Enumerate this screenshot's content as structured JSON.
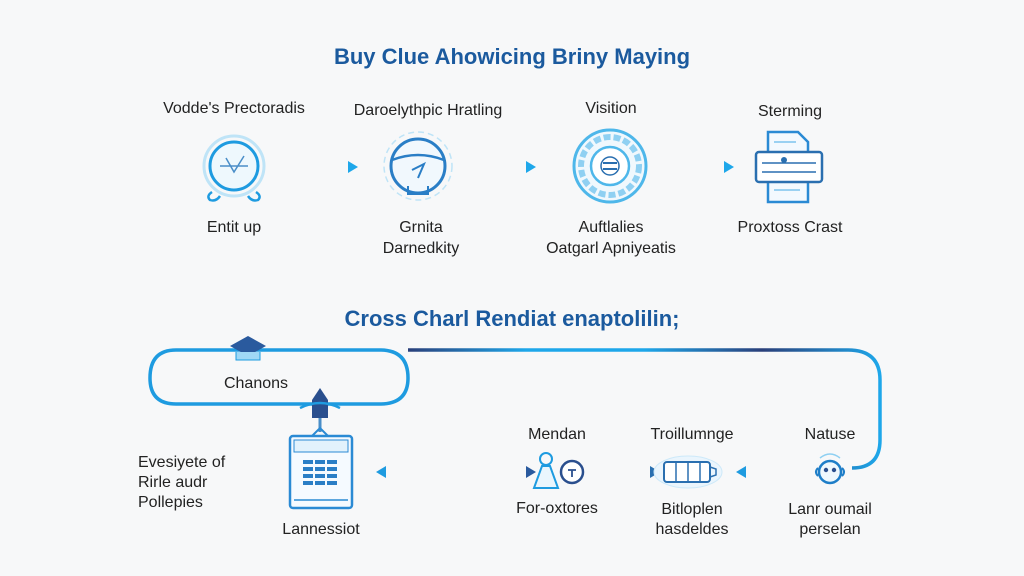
{
  "colors": {
    "accent": "#1e9be0",
    "dark_accent": "#2a3f7a",
    "title": "#1b5a9e",
    "text": "#222222",
    "background": "#f7f8f9"
  },
  "top_section": {
    "title": "Buy Clue Ahowicing Briny Maying",
    "steps": [
      {
        "heading": "Vodde's Prectoradis",
        "caption": [
          "Entit up"
        ],
        "icon": "clock-chart-icon"
      },
      {
        "heading": "Daroelythpic Hratling",
        "caption": [
          "Grnita",
          "Darnedkity"
        ],
        "icon": "face-shield-icon"
      },
      {
        "heading": "Visition",
        "caption": [
          "Auftlalies",
          "Oatgarl Apniyeatis"
        ],
        "icon": "gear-ring-icon"
      },
      {
        "heading": "Sterming",
        "caption": [
          "Proxtoss Crast"
        ],
        "icon": "document-icon"
      }
    ]
  },
  "bottom_section": {
    "title": "Cross Charl Rendiat enaptolilin;",
    "loop_label": "Chanons",
    "side_note": [
      "Evesiyete of",
      "Rirle audr",
      "Pollepies"
    ],
    "nodes": [
      {
        "heading": "",
        "caption": [
          "Lannessiot"
        ],
        "icon": "calendar-grid-icon"
      },
      {
        "heading": "Mendan",
        "caption": [
          "For-oxtores"
        ],
        "icon": "flask-gauge-icon"
      },
      {
        "heading": "Troillumnge",
        "caption": [
          "Bitloplen",
          "hasdeldes"
        ],
        "icon": "battery-cell-icon"
      },
      {
        "heading": "Natuse",
        "caption": [
          "Lanr oumail",
          "perselan"
        ],
        "icon": "robot-head-icon"
      }
    ]
  }
}
